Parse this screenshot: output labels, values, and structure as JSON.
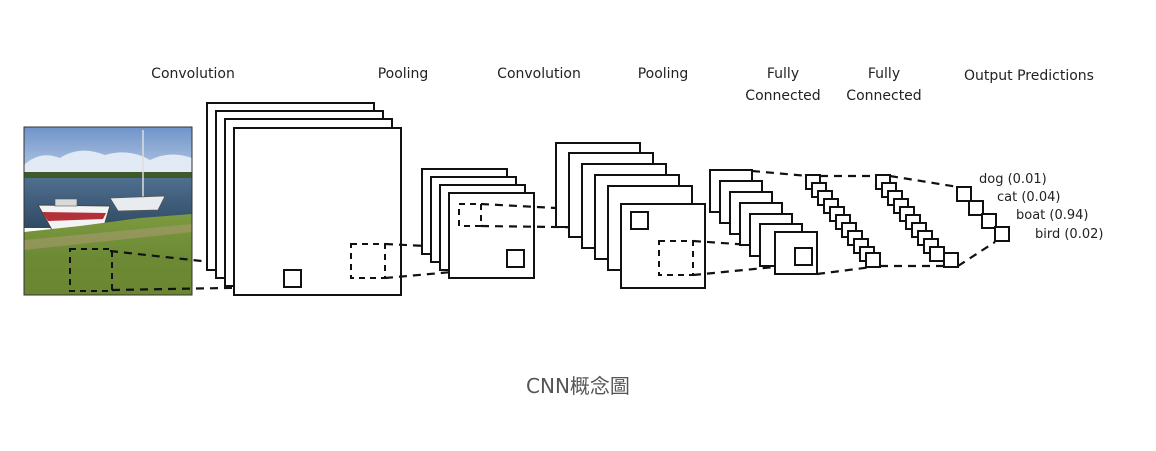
{
  "diagram": {
    "stage_labels": [
      {
        "line1": "Convolution",
        "line2": ""
      },
      {
        "line1": "Pooling",
        "line2": ""
      },
      {
        "line1": "Convolution",
        "line2": ""
      },
      {
        "line1": "Pooling",
        "line2": ""
      },
      {
        "line1": "Fully",
        "line2": "Connected"
      },
      {
        "line1": "Fully",
        "line2": "Connected"
      },
      {
        "line1": "Output Predictions",
        "line2": ""
      }
    ],
    "predictions": [
      {
        "label": "dog (0.01)"
      },
      {
        "label": "cat (0.04)"
      },
      {
        "label": "boat (0.94)"
      },
      {
        "label": "bird (0.02)"
      }
    ],
    "input_image": {
      "subject": "boats-on-shore-photo"
    }
  },
  "caption": "CNN概念圖"
}
